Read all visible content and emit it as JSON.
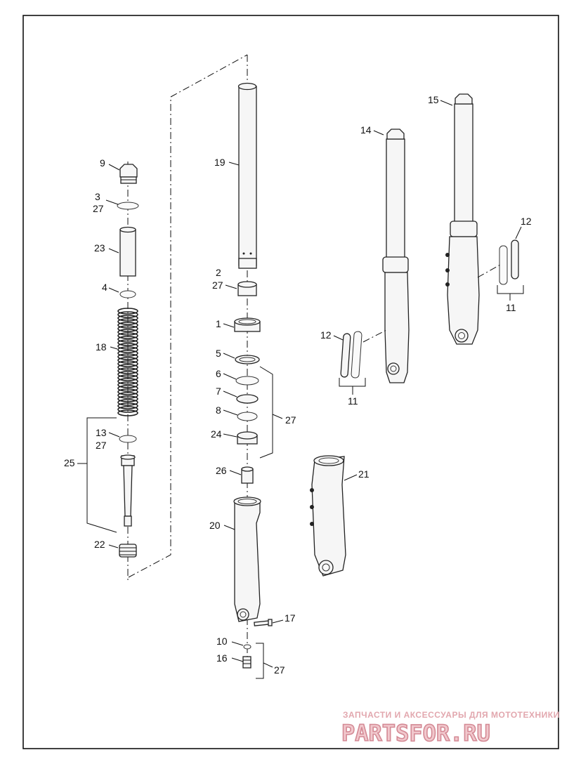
{
  "callouts": {
    "c1": "1",
    "c2": "2",
    "c3": "3",
    "c4": "4",
    "c5": "5",
    "c6": "6",
    "c7": "7",
    "c8": "8",
    "c9": "9",
    "c10": "10",
    "c11a": "11",
    "c11b": "11",
    "c12a": "12",
    "c12b": "12",
    "c13": "13",
    "c14": "14",
    "c15": "15",
    "c16": "16",
    "c17": "17",
    "c18": "18",
    "c19": "19",
    "c20": "20",
    "c21": "21",
    "c22": "22",
    "c23": "23",
    "c24": "24",
    "c25": "25",
    "c26": "26",
    "c27a": "27",
    "c27b": "27",
    "c27c": "27",
    "c27d": "27",
    "c27e": "27"
  },
  "watermark": {
    "tagline": "ЗАПЧАСТИ И АКСЕССУАРЫ ДЛЯ МОТОТЕХНИКИ",
    "brand": "PARTSFOR.RU",
    "color": "#e2a7ae"
  }
}
